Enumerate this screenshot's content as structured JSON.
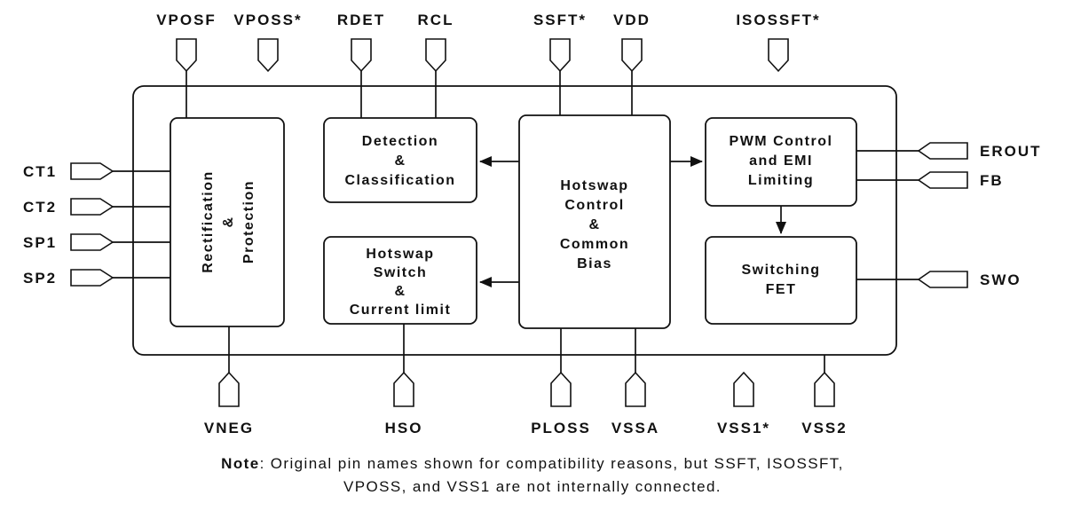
{
  "blocks": {
    "rectification": {
      "lines": [
        "Rectification",
        "&",
        "Protection"
      ]
    },
    "detection": {
      "lines": [
        "Detection",
        "&",
        "Classification"
      ]
    },
    "hotswap_switch": {
      "lines": [
        "Hotswap",
        "Switch",
        "&",
        "Current limit"
      ]
    },
    "hotswap_control": {
      "lines": [
        "Hotswap",
        "Control",
        "&",
        "Common",
        "Bias"
      ]
    },
    "pwm": {
      "lines": [
        "PWM Control",
        "and EMI",
        "Limiting"
      ]
    },
    "switching_fet": {
      "lines": [
        "Switching",
        "FET"
      ]
    }
  },
  "pins": {
    "top": [
      "VPOSF",
      "VPOSS*",
      "RDET",
      "RCL",
      "SSFT*",
      "VDD",
      "ISOSSFT*"
    ],
    "left": [
      "CT1",
      "CT2",
      "SP1",
      "SP2"
    ],
    "right": [
      "EROUT",
      "FB",
      "SWO"
    ],
    "bottom": [
      "VNEG",
      "HSO",
      "PLOSS",
      "VSSA",
      "VSS1*",
      "VSS2"
    ]
  },
  "note": {
    "label": "Note",
    "line1_rest": ": Original pin names shown for compatibility reasons, but SSFT, ISOSSFT,",
    "line2": "VPOSS, and VSS1 are not internally connected."
  },
  "colors": {
    "ink": "#111111",
    "background": "#ffffff"
  }
}
